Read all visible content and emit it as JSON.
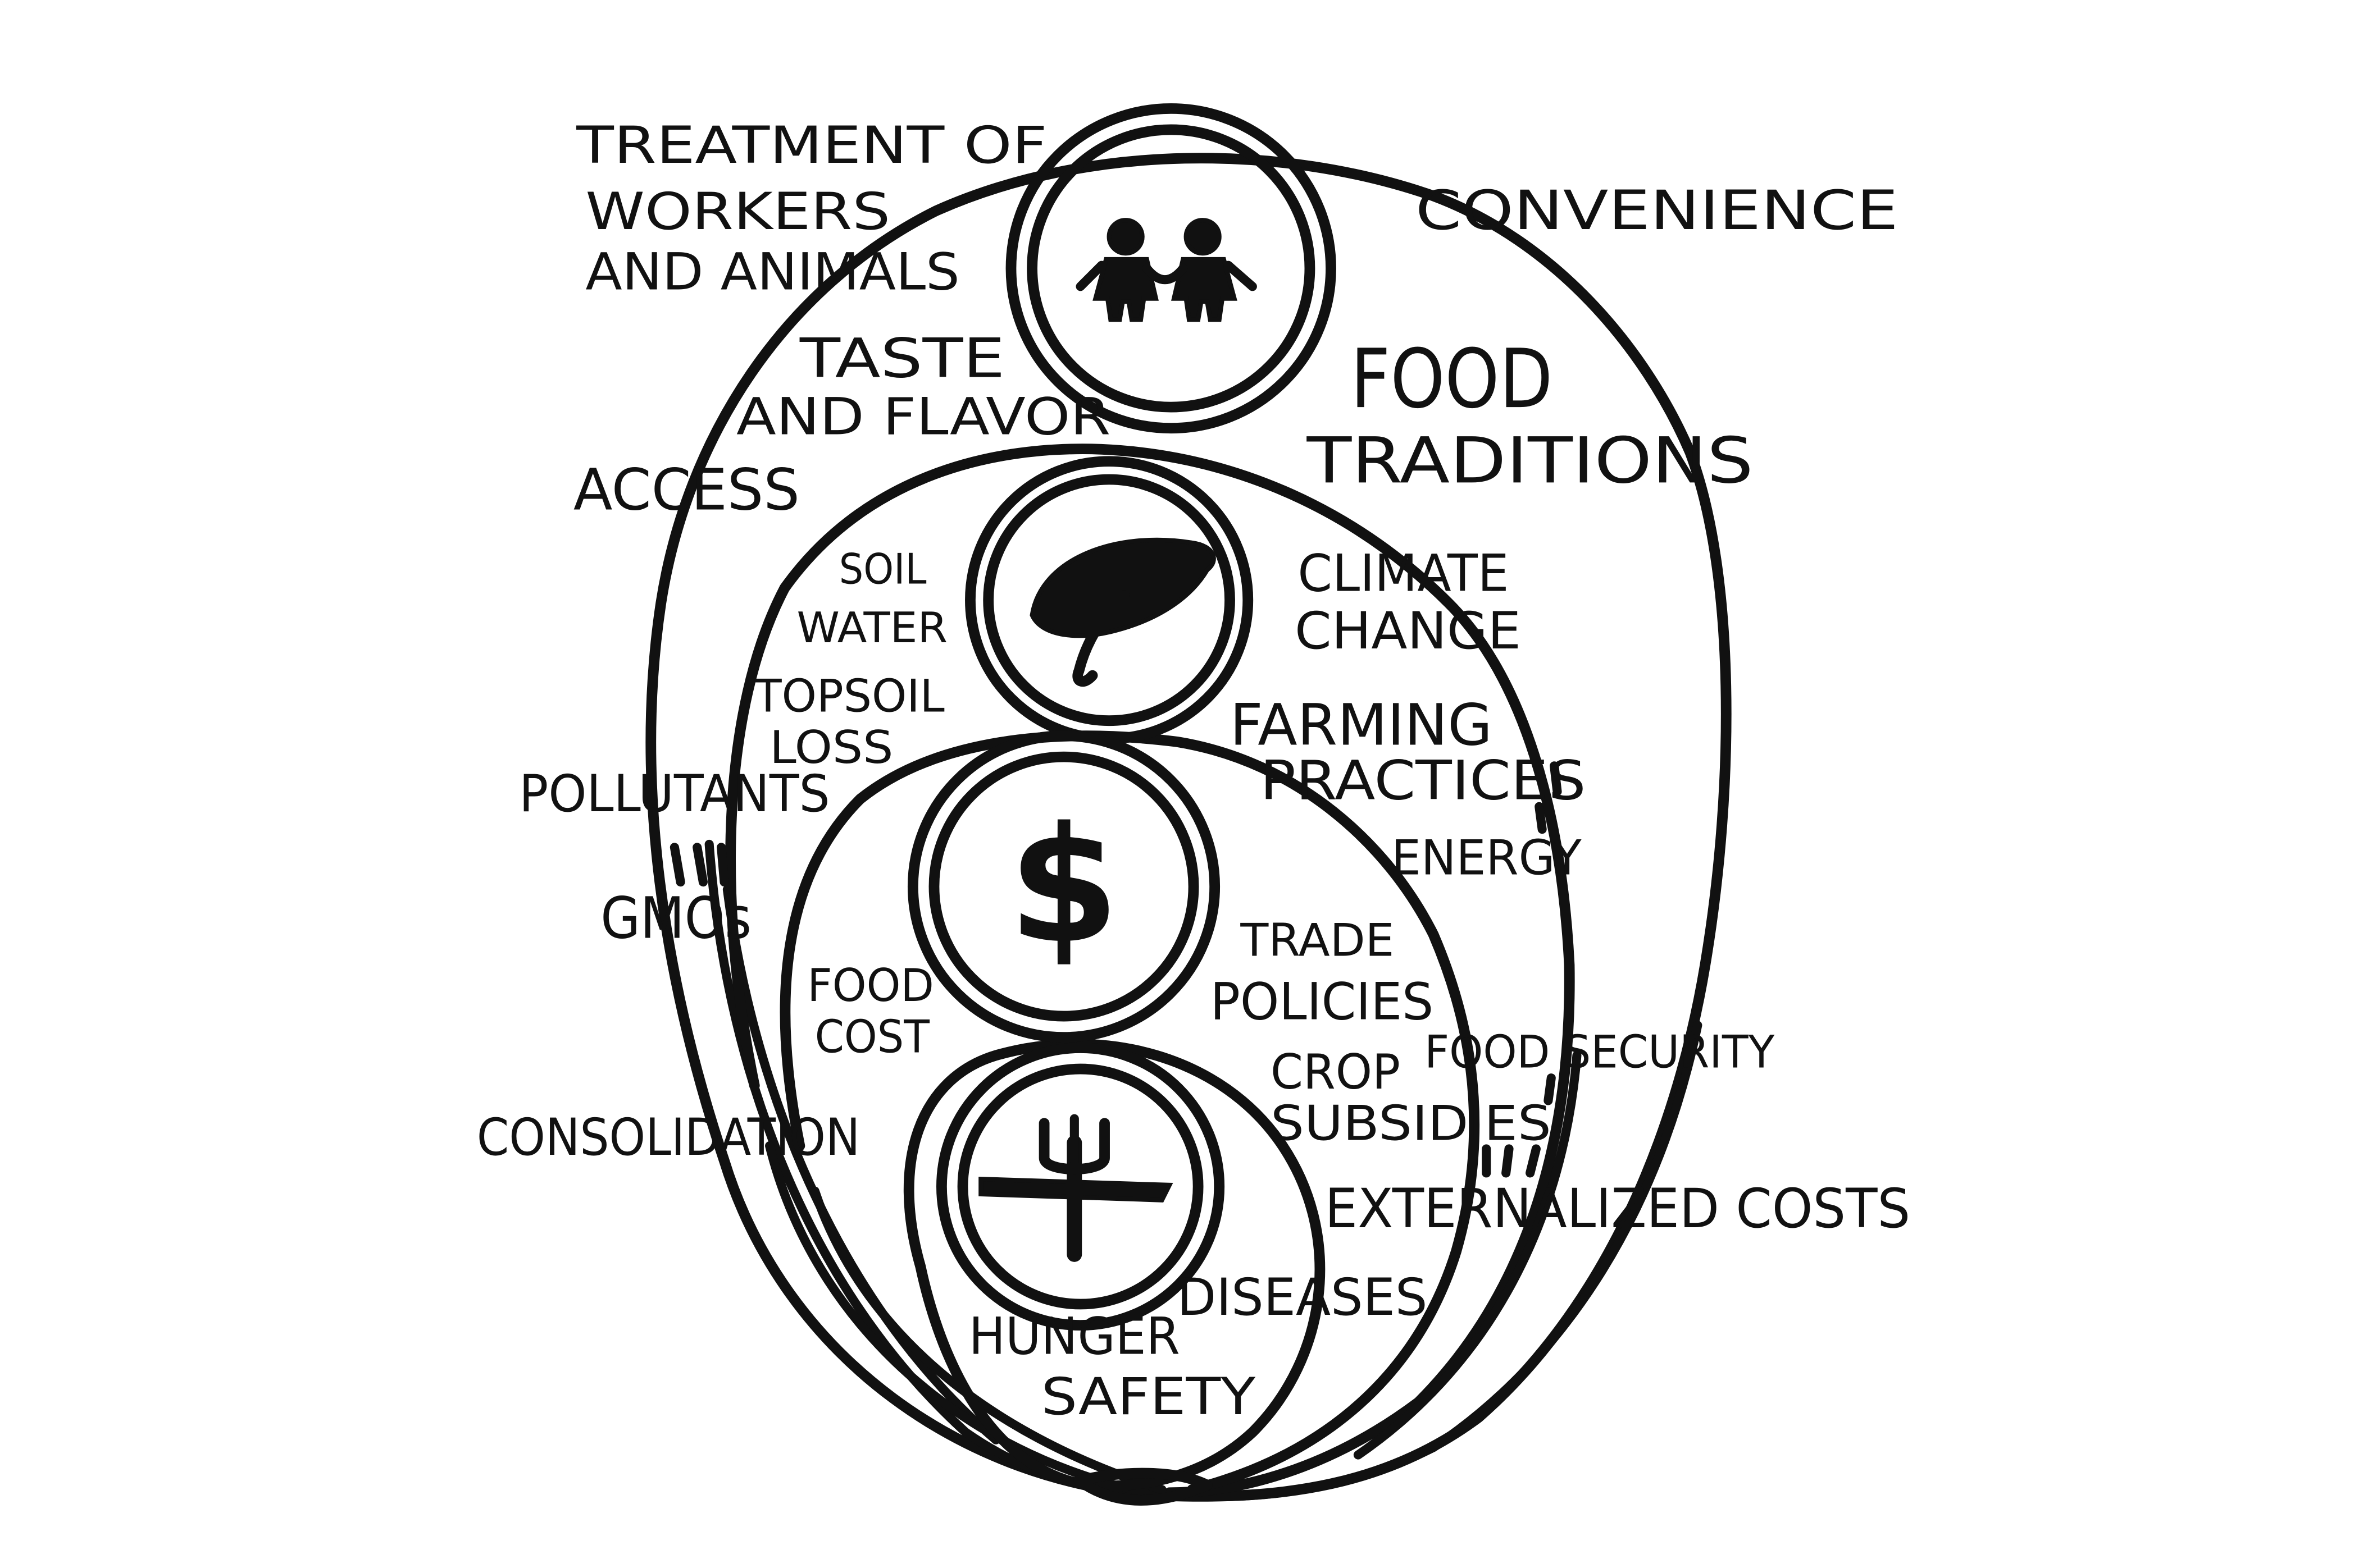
{
  "diagram": {
    "colors": {
      "ink": "#111111",
      "background": "#ffffff"
    },
    "icons": {
      "social": "people-holding-hands-icon",
      "environment": "leaf-icon",
      "economic": "dollar-sign-icon",
      "health": "fork-and-knife-icon"
    },
    "labels": {
      "treatment_line1": "TREATMENT OF",
      "treatment_line2": "WORKERS",
      "treatment_line3": "AND ANIMALS",
      "convenience": "CONVENIENCE",
      "taste_line1": "TASTE",
      "taste_line2": "AND FLAVOR",
      "food_traditions_line1": "FOOD",
      "food_traditions_line2": "TRADITIONS",
      "access": "ACCESS",
      "soil": "SOIL",
      "water": "WATER",
      "climate_line1": "CLIMATE",
      "climate_line2": "CHANGE",
      "topsoil_line1": "TOPSOIL",
      "topsoil_line2": "LOSS",
      "farming_line1": "FARMING",
      "farming_line2": "PRACTICES",
      "pollutants": "POLLUTANTS",
      "energy": "ENERGY",
      "gmos": "GMOs",
      "trade_line1": "TRADE",
      "trade_line2": "POLICIES",
      "food_cost_line1": "FOOD",
      "food_cost_line2": "COST",
      "food_security": "FOOD SECURITY",
      "crop_line1": "CROP",
      "crop_line2": "SUBSIDIES",
      "consolidation": "CONSOLIDATION",
      "externalized_costs": "EXTERNALIZED COSTS",
      "diseases": "DISEASES",
      "hunger": "HUNGER",
      "safety": "SAFETY"
    }
  }
}
